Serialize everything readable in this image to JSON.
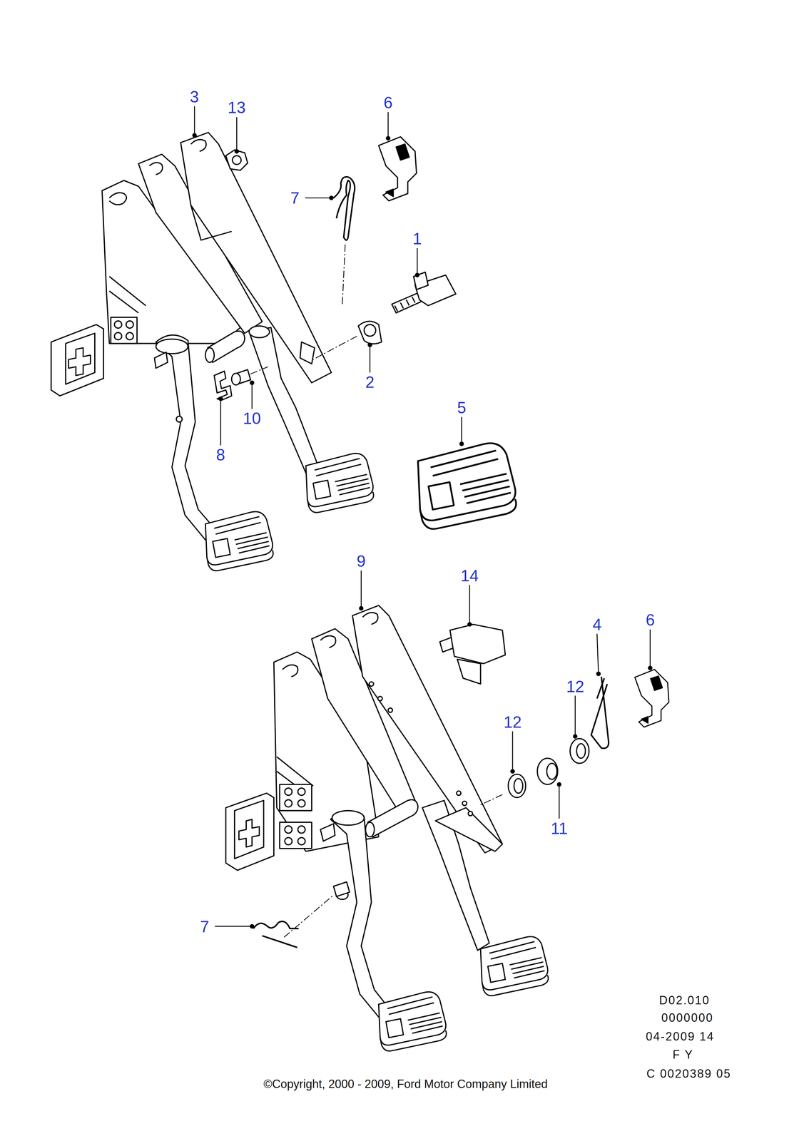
{
  "diagram": {
    "labels": [
      "3",
      "13",
      "6",
      "7",
      "1",
      "2",
      "10",
      "8",
      "5",
      "9",
      "14",
      "4",
      "6",
      "12",
      "12",
      "11",
      "7",
      "D02.010",
      "0000000",
      "04-2009 14",
      "F Y",
      "C 0020389 05",
      "©Copyright, 2000 - 2009, Ford Motor Company Limited"
    ]
  }
}
